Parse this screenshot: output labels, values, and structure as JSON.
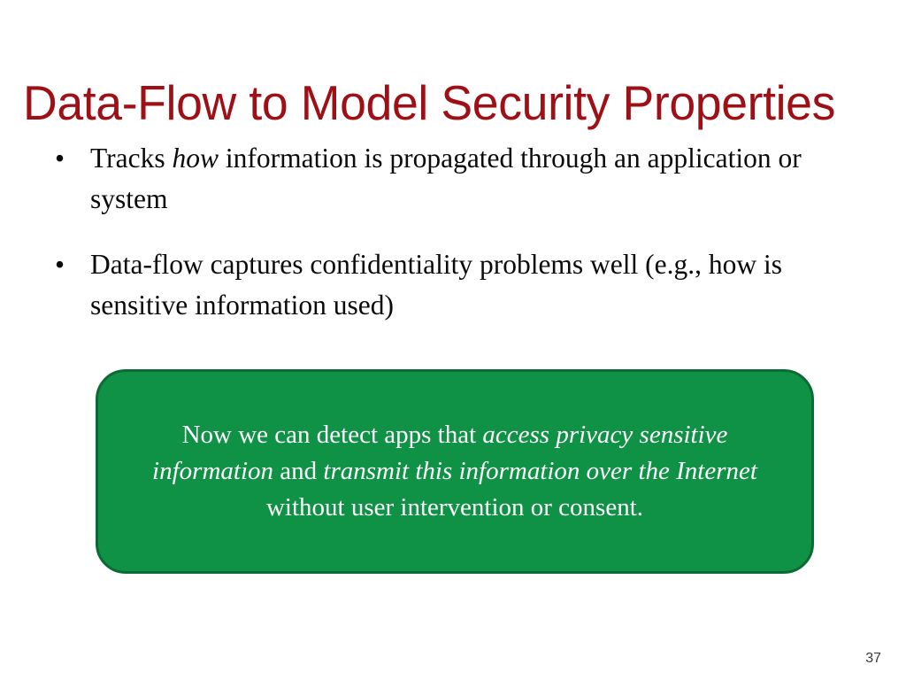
{
  "slide": {
    "background_color": "#ffffff",
    "title": "Data-Flow to Model Security Properties",
    "title_color": "#9E1016",
    "page_number": "37"
  },
  "bullets": [
    {
      "marker": "•",
      "segments": [
        {
          "text": "Tracks ",
          "style": "normal"
        },
        {
          "text": "how",
          "style": "italic"
        },
        {
          "text": " information is propagated through an application or system",
          "style": "normal"
        }
      ],
      "plain_text": "Tracks how information is propagated through an application or system"
    },
    {
      "marker": "•",
      "segments": [
        {
          "text": "Data-flow captures confidentiality problems well (e.g., how is sensitive information used)",
          "style": "normal"
        }
      ],
      "plain_text": "Data-flow captures confidentiality problems well (e.g., how is sensitive information used)"
    }
  ],
  "callout": {
    "fill_color": "#0F9245",
    "border_color": "#0A6B35",
    "text_color": "#ffffff",
    "segments": [
      {
        "text": "Now we can detect apps that ",
        "style": "normal"
      },
      {
        "text": "access privacy sensitive information",
        "style": "italic"
      },
      {
        "text": " and ",
        "style": "normal"
      },
      {
        "text": "transmit this information over the Internet",
        "style": "italic"
      },
      {
        "text": " without user intervention or consent.",
        "style": "normal"
      }
    ],
    "plain_text": "Now we can detect apps that access privacy sensitive information and transmit this information over the Internet without user intervention or consent."
  }
}
